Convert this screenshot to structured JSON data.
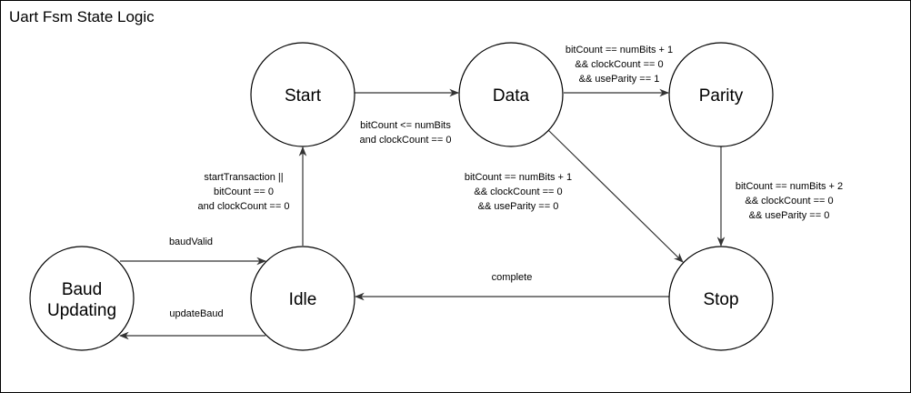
{
  "title": "Uart Fsm State Logic",
  "states": {
    "start": "Start",
    "data": "Data",
    "parity": "Parity",
    "idle": "Idle",
    "stop": "Stop",
    "baud": [
      "Baud",
      "Updating"
    ]
  },
  "transitions": {
    "start_to_data": [
      "bitCount <= numBits",
      "and clockCount == 0"
    ],
    "data_to_parity": [
      "bitCount == numBits + 1",
      "&& clockCount == 0",
      "&& useParity == 1"
    ],
    "data_to_stop": [
      "bitCount == numBits + 1",
      "&& clockCount == 0",
      "&& useParity == 0"
    ],
    "parity_to_stop": [
      "bitCount == numBits + 2",
      "&& clockCount == 0",
      "&& useParity == 0"
    ],
    "idle_to_start": [
      "startTransaction ||",
      "bitCount == 0",
      "and clockCount == 0"
    ],
    "baud_to_idle": [
      "baudValid"
    ],
    "idle_to_baud": [
      "updateBaud"
    ],
    "stop_to_idle": [
      "complete"
    ]
  }
}
